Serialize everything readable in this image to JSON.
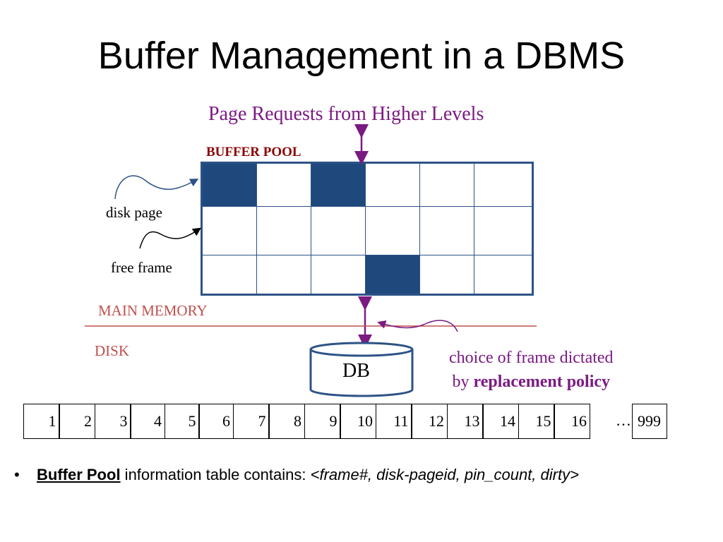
{
  "title": "Buffer Management in a DBMS",
  "labels": {
    "page_requests": "Page Requests from Higher Levels",
    "buffer_pool": "BUFFER POOL",
    "disk_page": "disk page",
    "free_frame": "free frame",
    "main_memory": "MAIN MEMORY",
    "disk": "DISK",
    "db": "DB",
    "choice_line1": "choice of frame dictated",
    "choice_by": "by ",
    "choice_bold": "replacement policy"
  },
  "buffer_pool": {
    "rows": [
      [
        true,
        false,
        true,
        false,
        false,
        false
      ],
      [
        false,
        false,
        false,
        false,
        false,
        false
      ],
      [
        false,
        false,
        false,
        true,
        false,
        false
      ]
    ]
  },
  "disk_pages": {
    "numbers": [
      "1",
      "2",
      "3",
      "4",
      "5",
      "6",
      "7",
      "8",
      "9",
      "10",
      "11",
      "12",
      "13",
      "14",
      "15",
      "16"
    ],
    "ellipsis": "…",
    "last": "999"
  },
  "bullet": {
    "bullet_char": "•",
    "term": "Buffer Pool",
    "text": " information table contains:  ",
    "tuple": "<frame#, disk-pageid, pin_count, dirty>"
  },
  "colors": {
    "frame_fill": "#1f497d",
    "frame_border": "#2d5386",
    "accent_purple": "#7b1a82",
    "memory_red": "#c0504d"
  }
}
